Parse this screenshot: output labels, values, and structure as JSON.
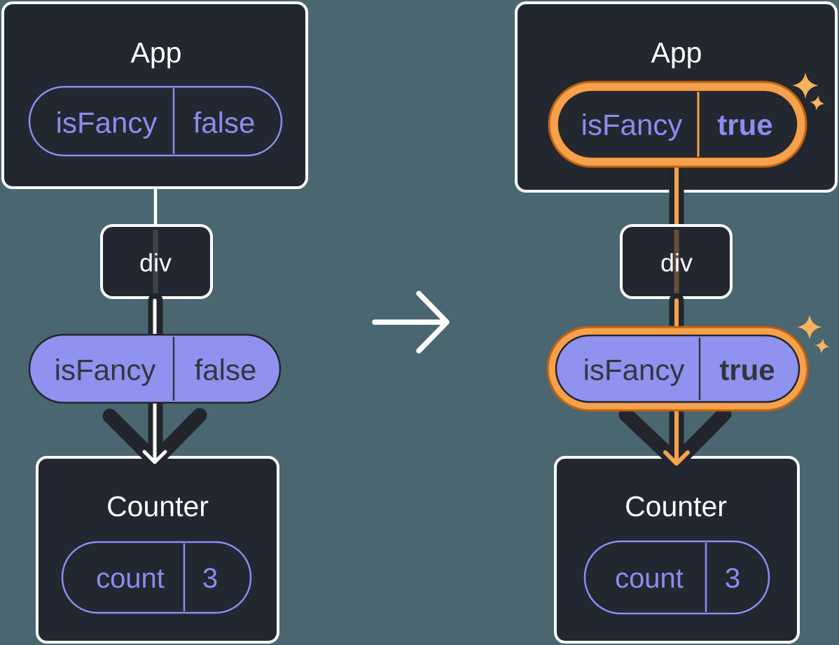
{
  "colors": {
    "bg": "#4A6670",
    "card": "#23272F",
    "card-border": "#FFFFFF",
    "white": "#FFFFFF",
    "purple": "#8B8DF0",
    "purple-fill": "#8F92EE",
    "dark-text": "#33363F",
    "dark-line": "#22252C",
    "orange": "#F6A14B",
    "orange-dark": "#C0620F",
    "sparkle": "#F8B35C"
  },
  "left_tree": {
    "app": {
      "title": "App",
      "prop": {
        "name": "isFancy",
        "value": "false"
      }
    },
    "div": {
      "title": "div"
    },
    "prop_pill": {
      "name": "isFancy",
      "value": "false"
    },
    "counter": {
      "title": "Counter",
      "state": {
        "name": "count",
        "value": "3"
      }
    }
  },
  "right_tree": {
    "app": {
      "title": "App",
      "prop": {
        "name": "isFancy",
        "value": "true"
      }
    },
    "div": {
      "title": "div"
    },
    "prop_pill": {
      "name": "isFancy",
      "value": "true"
    },
    "counter": {
      "title": "Counter",
      "state": {
        "name": "count",
        "value": "3"
      }
    }
  }
}
